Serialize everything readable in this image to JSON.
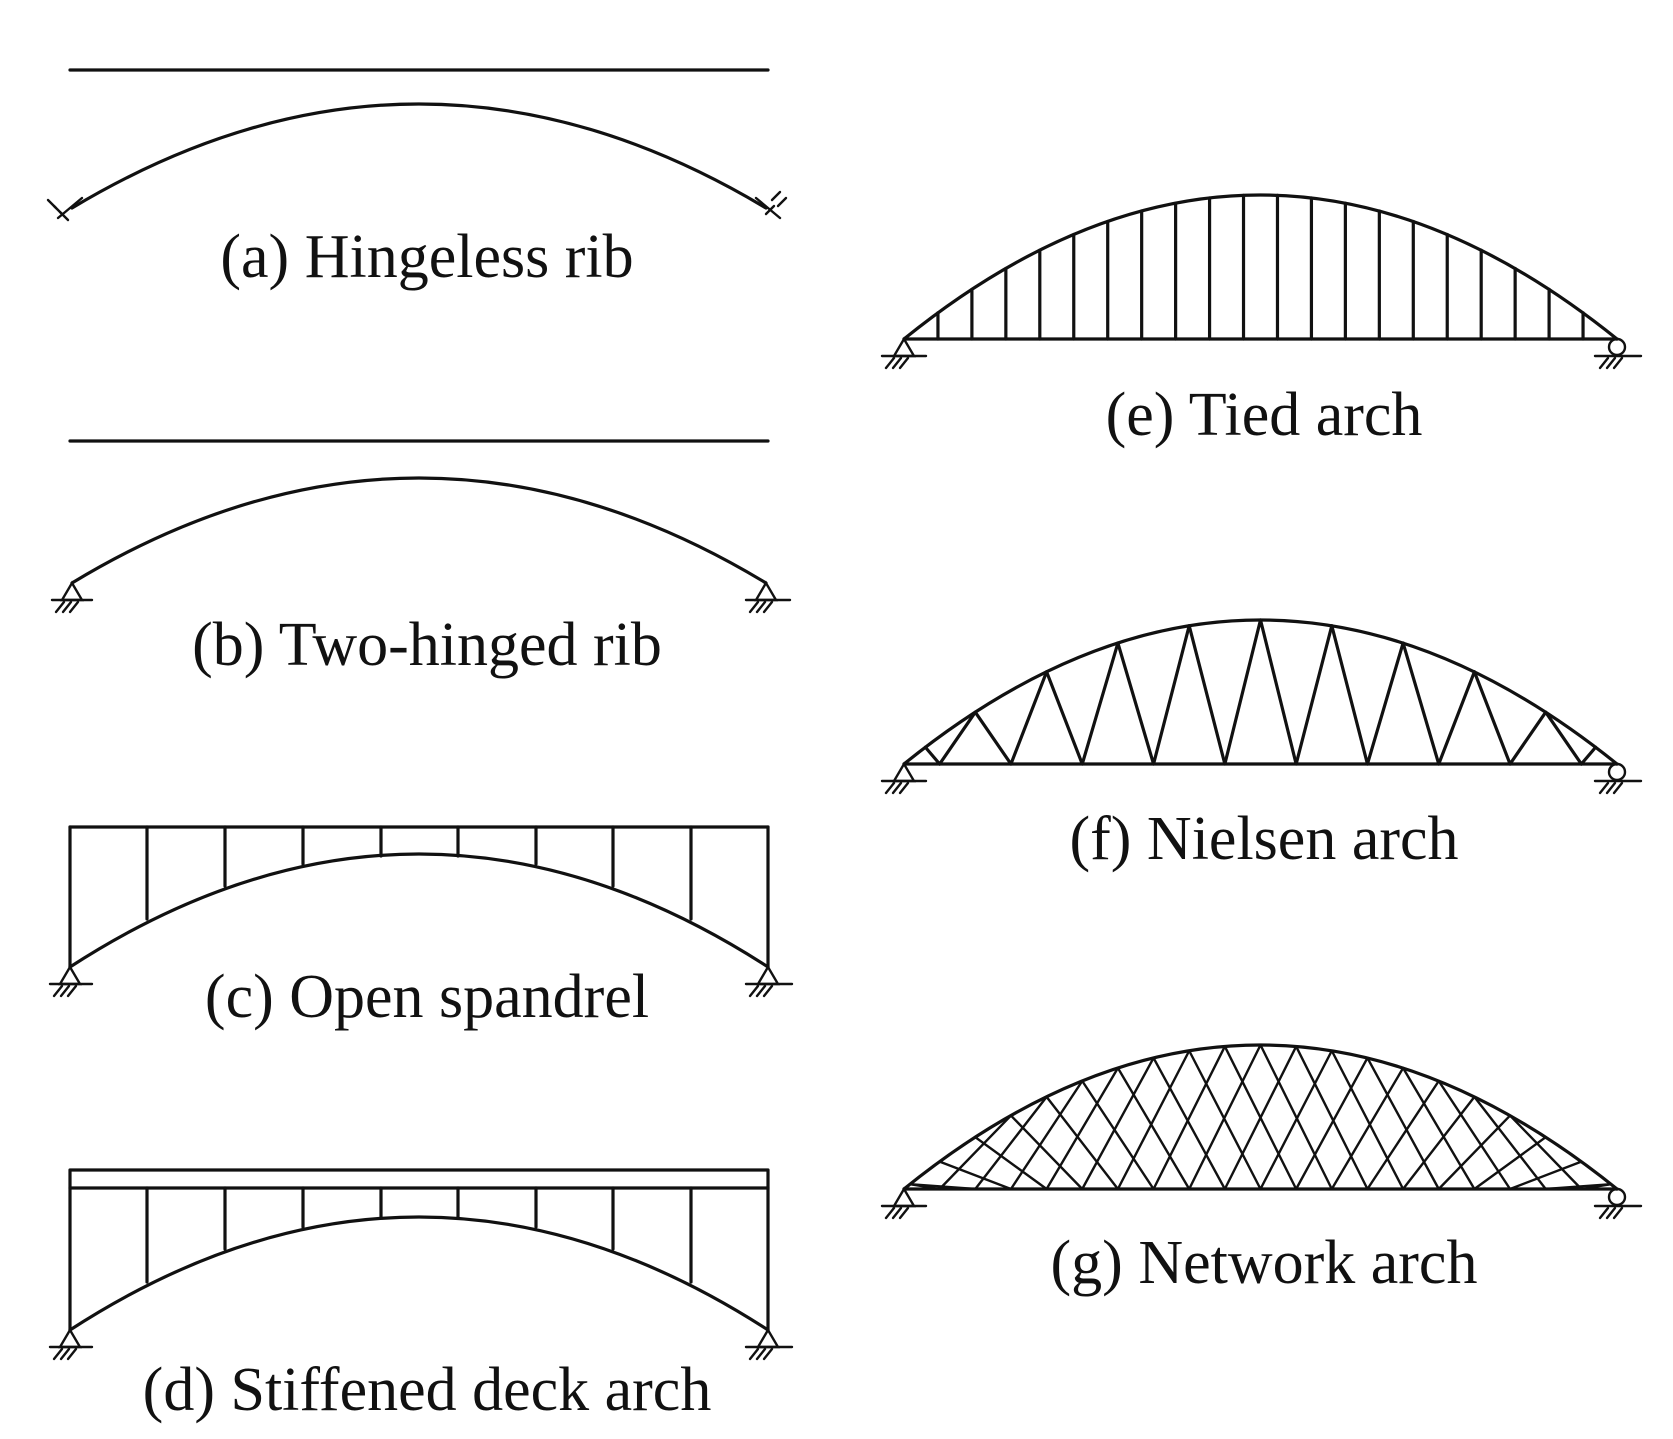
{
  "figure": {
    "line_color": "#111111",
    "background": "#ffffff",
    "panels": [
      {
        "id": "a",
        "caption": "(a) Hingeless rib"
      },
      {
        "id": "b",
        "caption": "(b) Two-hinged rib"
      },
      {
        "id": "c",
        "caption": "(c) Open spandrel"
      },
      {
        "id": "d",
        "caption": "(d) Stiffened deck arch"
      },
      {
        "id": "e",
        "caption": "(e) Tied arch"
      },
      {
        "id": "f",
        "caption": "(f) Nielsen arch"
      },
      {
        "id": "g",
        "caption": "(g) Network arch"
      }
    ]
  }
}
